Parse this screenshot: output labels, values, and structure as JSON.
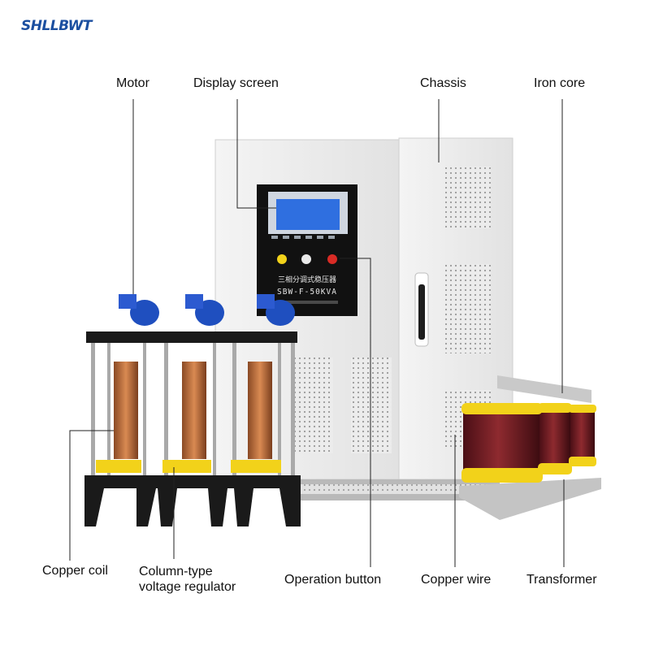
{
  "brand": {
    "logo_text": "SHLLBWT"
  },
  "labels": {
    "motor": "Motor",
    "display_screen": "Display screen",
    "chassis": "Chassis",
    "iron_core": "Iron core",
    "copper_coil": "Copper coil",
    "column_type_line1": "Column-type",
    "column_type_line2": "voltage regulator",
    "operation_button": "Operation button",
    "copper_wire": "Copper wire",
    "transformer": "Transformer"
  },
  "panel": {
    "title_cn": "三相分调式稳压器",
    "model": "SBW-F-50KVA"
  },
  "colors": {
    "cabinet": "#ececec",
    "panel": "#111111",
    "screen": "#2f6fe0",
    "copper": "#b8683a",
    "yellow": "#f2d21a",
    "logo": "#1b4fa0"
  }
}
